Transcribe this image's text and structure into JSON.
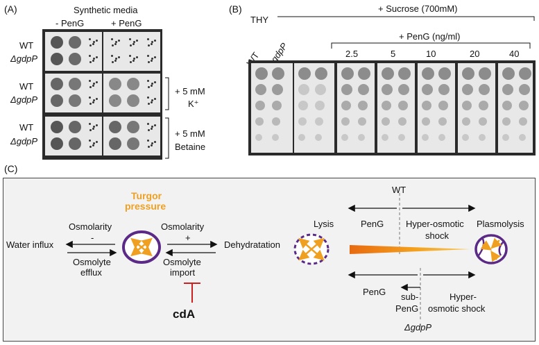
{
  "panelA": {
    "letter": "(A)",
    "media_title": "Synthetic media",
    "col_minus": "- PenG",
    "col_plus": "+ PenG",
    "row_labels": [
      {
        "wt": "WT",
        "mut": "ΔgdpP"
      },
      {
        "wt": "WT",
        "mut": "ΔgdpP"
      },
      {
        "wt": "WT",
        "mut": "ΔgdpP"
      }
    ],
    "cond_k_line1": "+ 5 mM",
    "cond_k_line2": "K⁺",
    "cond_betaine_line1": "+ 5 mM",
    "cond_betaine_line2": "Betaine"
  },
  "panelB": {
    "letter": "(B)",
    "thy": "THY",
    "sucrose": "+ Sucrose (700mM)",
    "peng": "+ PenG (ng/ml)",
    "strain_wt": "WT",
    "strain_mut": "ΔgdpP",
    "concentrations": [
      "2.5",
      "5",
      "10",
      "20",
      "40"
    ]
  },
  "panelC": {
    "letter": "(C)",
    "turgor_line1": "Turgor",
    "turgor_line2": "pressure",
    "turgor_color": "#f0a020",
    "osmolarity_left": "Osmolarity",
    "minus": "-",
    "osmolarity_right": "Osmolarity",
    "plus": "+",
    "water_influx": "Water influx",
    "dehydratation": "Dehydratation",
    "osmolyte_efflux_1": "Osmolyte",
    "osmolyte_efflux_2": "efflux",
    "osmolyte_import_1": "Osmolyte",
    "osmolyte_import_2": "import",
    "cda": "cdA",
    "inhibit_color": "#cc1f1f",
    "cell_color": "#5b2a86",
    "lysis": "Lysis",
    "plasmolysis": "Plasmolysis",
    "wt": "WT",
    "peng_top": "PenG",
    "hyper_top_1": "Hyper-osmotic",
    "hyper_top_2": "shock",
    "peng_bottom": "PenG",
    "sub_1": "sub-",
    "sub_2": "PenG",
    "hyper_bot_1": "Hyper-",
    "hyper_bot_2": "osmotic shock",
    "gdpp": "ΔgdpP"
  }
}
